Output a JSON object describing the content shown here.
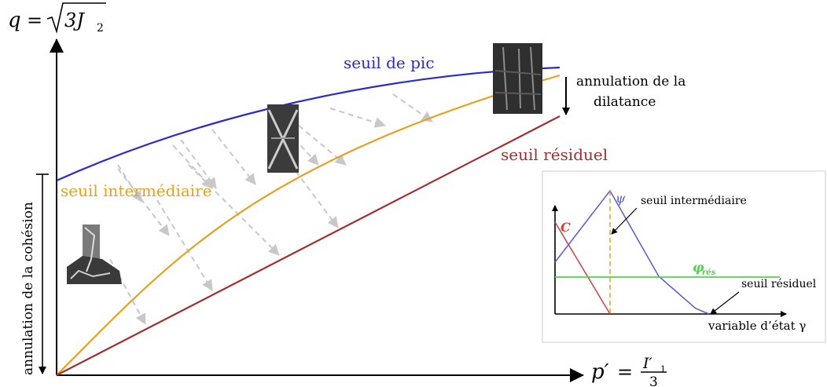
{
  "axes": {
    "y_label_q": "q",
    "y_label_eq": "=",
    "y_label_sqrt_content": "3J",
    "y_label_sub": "2",
    "x_label_p": "p′",
    "x_label_eq": "=",
    "x_label_num": "I′",
    "x_label_num_sub": "1",
    "x_label_den": "3"
  },
  "curves": {
    "peak_label": "seuil de pic",
    "intermediate_label": "seuil intermédiaire",
    "residual_label": "seuil résiduel"
  },
  "annotations": {
    "dilatancy_line1": "annulation de la",
    "dilatancy_line2": "dilatance",
    "cohesion": "annulation de la cohésion"
  },
  "inset": {
    "c_label": "C",
    "psi_label": "ψ",
    "phi_label": "φ",
    "phi_sub": "rés",
    "intermediate_label": "seuil intermédiaire",
    "residual_label": "seuil résiduel",
    "xaxis_label": "variable d’état γ"
  },
  "colors": {
    "peak": "#2a2acc",
    "intermediate": "#e8a020",
    "residual": "#a03030",
    "arrows": "#c8c8c8",
    "inset_c": "#d04040",
    "inset_psi": "#5a5ad0",
    "inset_phi": "#50d050",
    "inset_dashed": "#e8a020"
  }
}
